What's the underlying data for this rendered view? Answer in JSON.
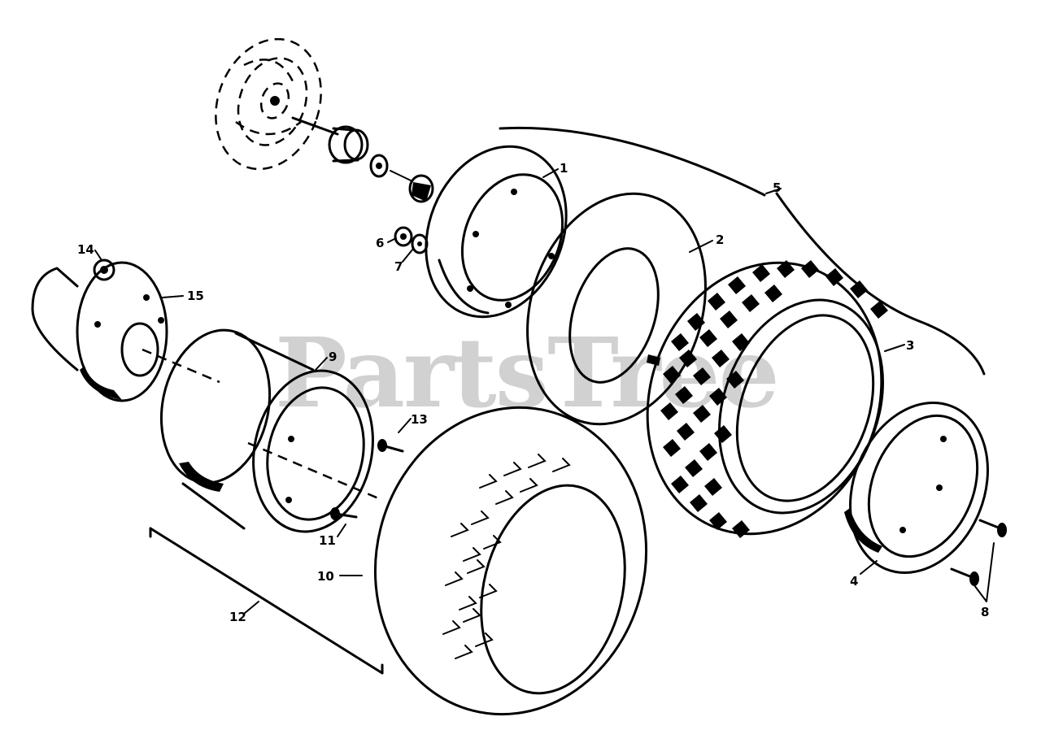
{
  "watermark": "PartsTree",
  "callouts": [
    {
      "id": "1",
      "label": "1"
    },
    {
      "id": "2",
      "label": "2"
    },
    {
      "id": "3",
      "label": "3"
    },
    {
      "id": "4",
      "label": "4"
    },
    {
      "id": "5",
      "label": "5"
    },
    {
      "id": "6",
      "label": "6"
    },
    {
      "id": "7",
      "label": "7"
    },
    {
      "id": "8",
      "label": "8"
    },
    {
      "id": "9",
      "label": "9"
    },
    {
      "id": "10",
      "label": "10"
    },
    {
      "id": "11",
      "label": "11"
    },
    {
      "id": "12",
      "label": "12"
    },
    {
      "id": "13",
      "label": "13"
    },
    {
      "id": "14",
      "label": "14"
    },
    {
      "id": "15",
      "label": "15"
    }
  ]
}
